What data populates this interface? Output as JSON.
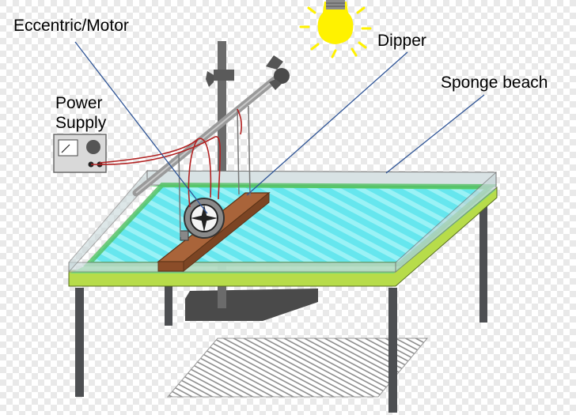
{
  "labels": {
    "motor": "Eccentric/Motor",
    "dipper": "Dipper",
    "beach": "Sponge beach",
    "power_line1": "Power",
    "power_line2": "Supply"
  },
  "colors": {
    "water": "#66e6ee",
    "water_stripe": "#9af2f6",
    "beach": "#6fdc7e",
    "table_rim": "#b7dc4a",
    "leg": "#4d4f52",
    "wood": "#a9643a",
    "rod": "#9a9a9a",
    "wire": "#b22222",
    "pointer_line": "#2f5597",
    "bulb": "#fff200"
  },
  "icons": [
    "light-bulb-icon",
    "motor-icon",
    "voltmeter-icon",
    "clamp-icon"
  ]
}
